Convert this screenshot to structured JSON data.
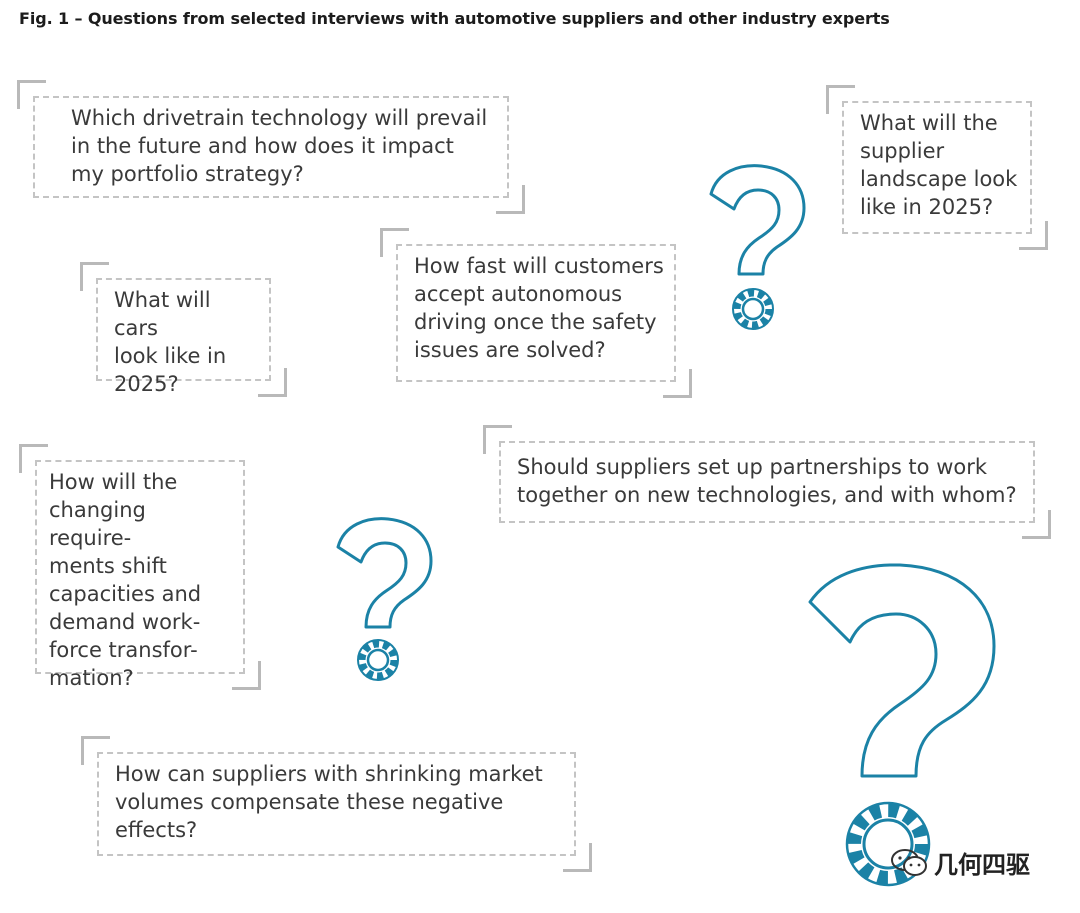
{
  "figure": {
    "title": "Fig. 1 – Questions from selected interviews with automotive suppliers and other industry experts"
  },
  "questions": [
    "Which drivetrain technology will prevail\nin the future and how does it impact\nmy portfolio strategy?",
    "What will the\nsupplier\nlandscape look\nlike in 2025?",
    "How fast will customers\naccept autonomous\ndriving once the safety\nissues are solved?",
    "What will cars\nlook like in\n2025?",
    "Should suppliers set up partnerships to work\ntogether on new technologies, and with whom?",
    "How will the\nchanging require-\nments shift\ncapacities and\ndemand work-\nforce transfor-\nmation?",
    "How can suppliers with shrinking market\nvolumes compensate these negative\neffects?"
  ],
  "colors": {
    "accent": "#1b82a6",
    "dash": "#c4c4c4",
    "bracket": "#b9b9b9",
    "text": "#3a3a3a"
  },
  "icons": [
    "question-mark-icon",
    "gear-icon"
  ],
  "watermark": {
    "text": "几何四驱"
  }
}
